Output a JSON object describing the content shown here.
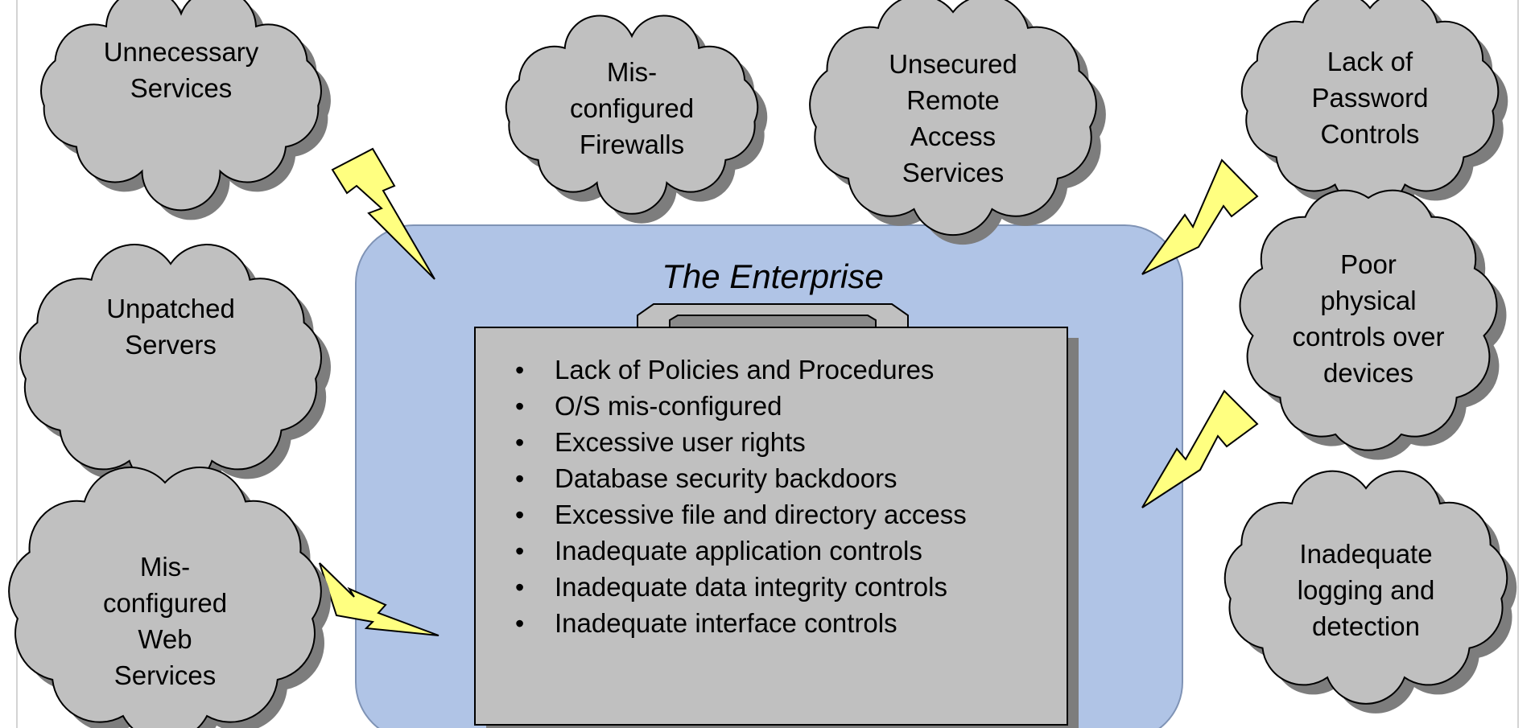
{
  "enterprise": {
    "title": "The Enterprise",
    "items": [
      "Lack of Policies and Procedures",
      "O/S mis-configured",
      "Excessive user rights",
      "Database security backdoors",
      "Excessive file and directory access",
      "Inadequate application controls",
      "Inadequate data integrity controls",
      "Inadequate interface controls"
    ],
    "bullet": "•"
  },
  "clouds": [
    {
      "id": "unnecessary-services",
      "lines": [
        "Unnecessary",
        "Services"
      ]
    },
    {
      "id": "misconfigured-firewalls",
      "lines": [
        "Mis-",
        "configured",
        "Firewalls"
      ]
    },
    {
      "id": "unsecured-remote-access",
      "lines": [
        "Unsecured",
        "Remote",
        "Access",
        "Services"
      ]
    },
    {
      "id": "lack-of-password-controls",
      "lines": [
        "Lack of",
        "Password",
        "Controls"
      ]
    },
    {
      "id": "unpatched-servers",
      "lines": [
        "Unpatched",
        "Servers"
      ]
    },
    {
      "id": "poor-physical-controls",
      "lines": [
        "Poor",
        "physical",
        "controls over",
        "devices"
      ]
    },
    {
      "id": "misconfigured-web-services",
      "lines": [
        "Mis-",
        "configured",
        "Web",
        "Services"
      ]
    },
    {
      "id": "inadequate-logging",
      "lines": [
        "Inadequate",
        "logging and",
        "detection"
      ]
    }
  ],
  "colors": {
    "cloud_fill": "#c0c0c0",
    "cloud_shadow": "#7d7d7d",
    "enterprise_fill": "#b0c4e6",
    "enterprise_stroke": "#7f93b5",
    "briefcase_fill": "#c0c0c0",
    "bolt_fill": "#ffff80"
  }
}
